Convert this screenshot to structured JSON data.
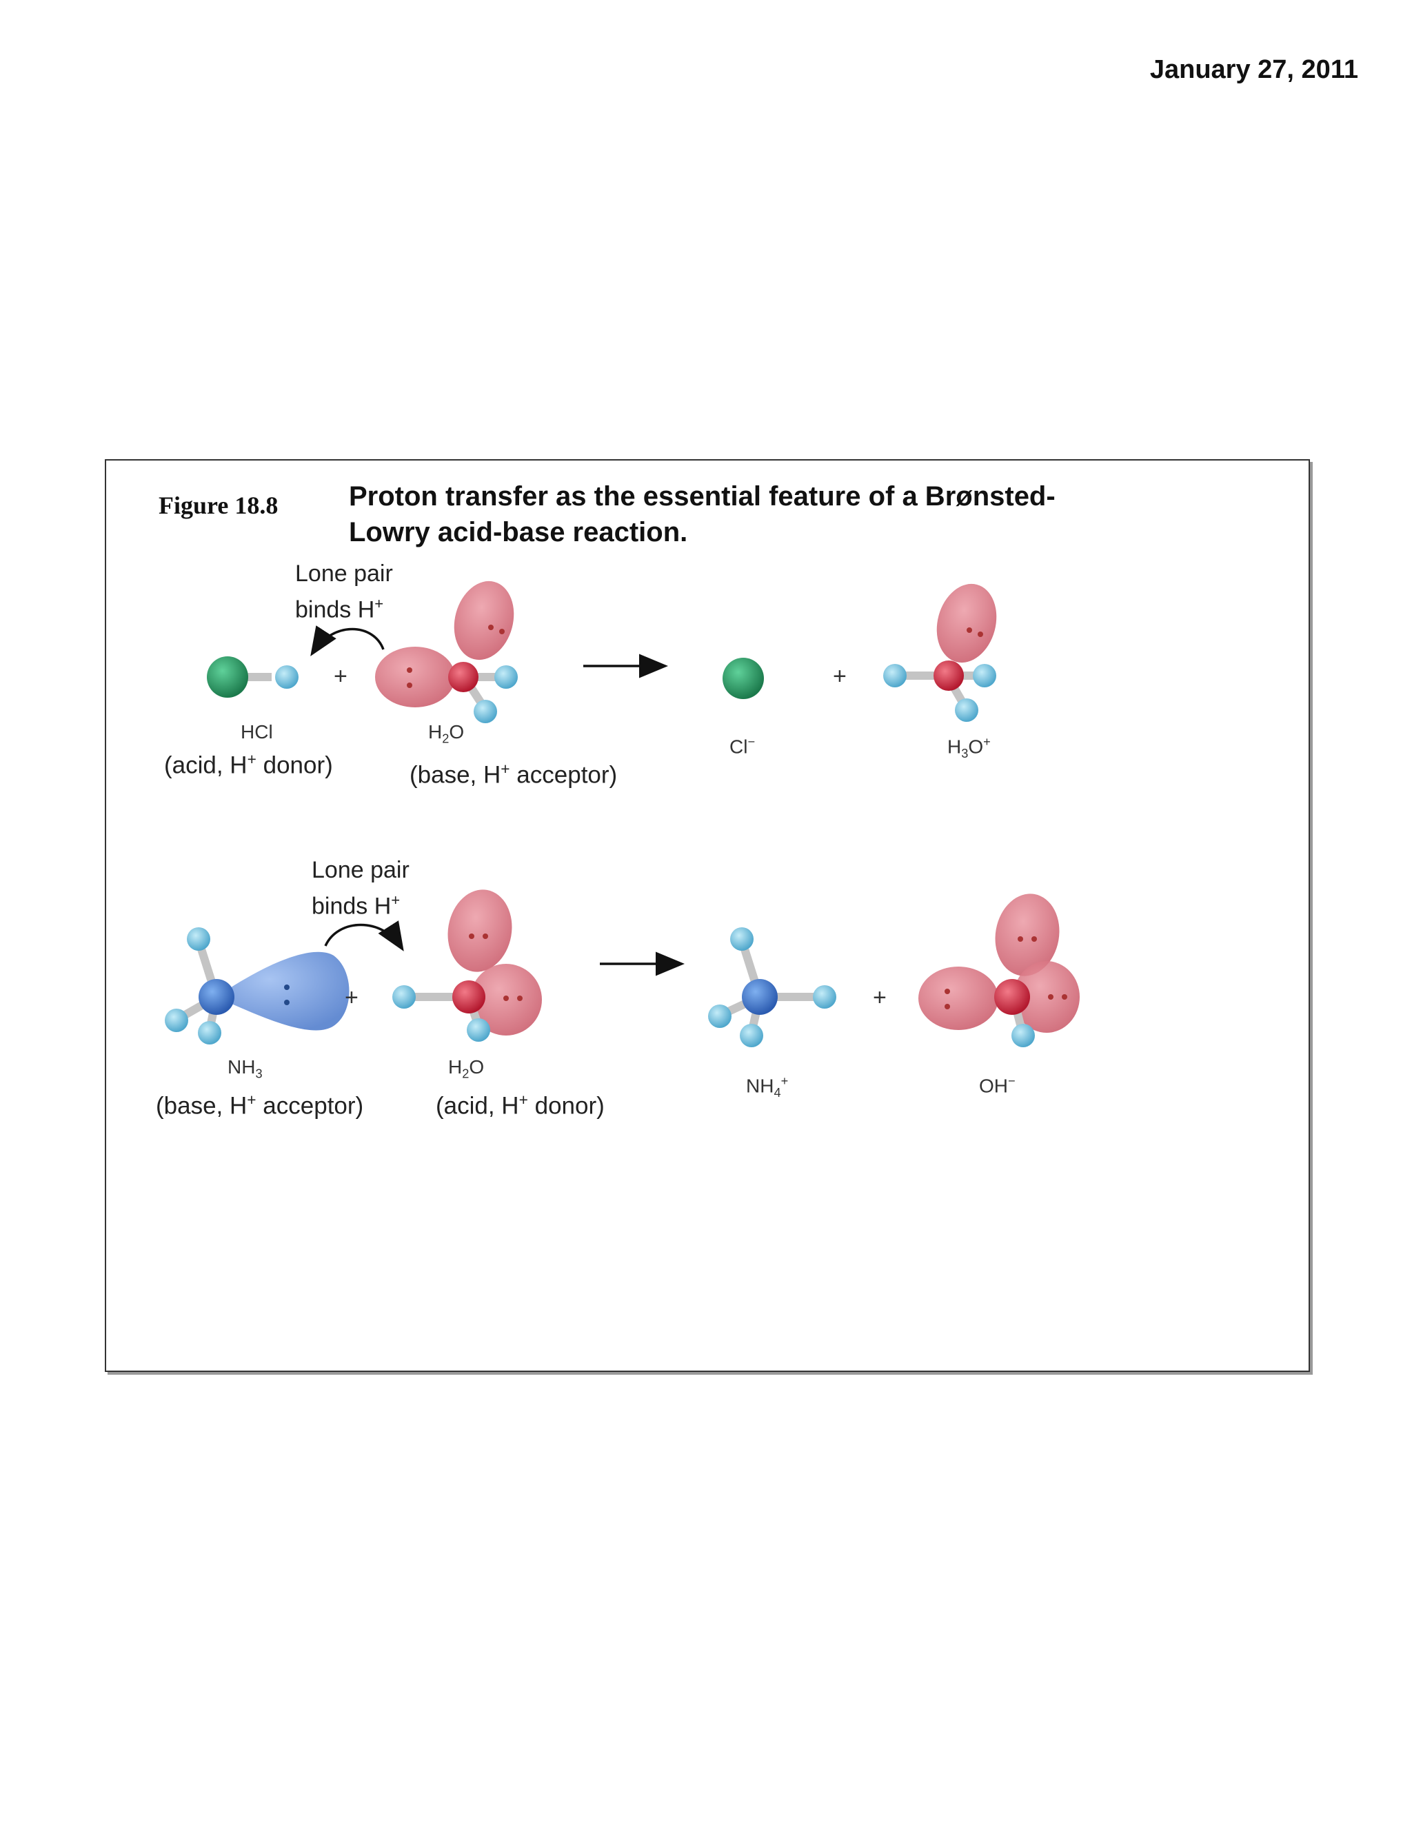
{
  "date": "January 27, 2011",
  "figure": {
    "label": "Figure 18.8",
    "title_line1": "Proton transfer as the essential feature of a Brønsted-",
    "title_line2": "Lowry acid-base reaction.",
    "reaction1": {
      "lone_pair_note_1": "Lone pair",
      "lone_pair_note_2": "binds H",
      "reactant1": {
        "formula": "HCl",
        "role_pre": "(acid, H",
        "role_sup": "+",
        "role_post": " donor)"
      },
      "reactant2": {
        "formula_main": "H",
        "formula_sub": "2",
        "formula_end": "O",
        "role_pre": "(base, H",
        "role_sup": "+",
        "role_post": " acceptor)"
      },
      "product1": {
        "formula_main": "Cl",
        "formula_sup": "−"
      },
      "product2": {
        "formula_main": "H",
        "formula_sub": "3",
        "formula_end": "O",
        "formula_sup": "+"
      },
      "plus": "+"
    },
    "reaction2": {
      "lone_pair_note_1": "Lone pair",
      "lone_pair_note_2": "binds H",
      "reactant1": {
        "formula_main": "NH",
        "formula_sub": "3",
        "role_pre": "(base, H",
        "role_sup": "+",
        "role_post": " acceptor)"
      },
      "reactant2": {
        "formula_main": "H",
        "formula_sub": "2",
        "formula_end": "O",
        "role_pre": "(acid, H",
        "role_sup": "+",
        "role_post": " donor)"
      },
      "product1": {
        "formula_main": "NH",
        "formula_sub": "4",
        "formula_sup": "+"
      },
      "product2": {
        "formula_main": "OH",
        "formula_sup": "−"
      },
      "plus": "+"
    },
    "colors": {
      "chlorine": "#2e9e6a",
      "hydrogen": "#7cc3e0",
      "oxygen": "#d8344a",
      "nitrogen": "#3f74cc",
      "lone_pair_red": "#d9707e",
      "lone_pair_blue": "#6f98dc",
      "bond": "#c4c4c4"
    }
  }
}
